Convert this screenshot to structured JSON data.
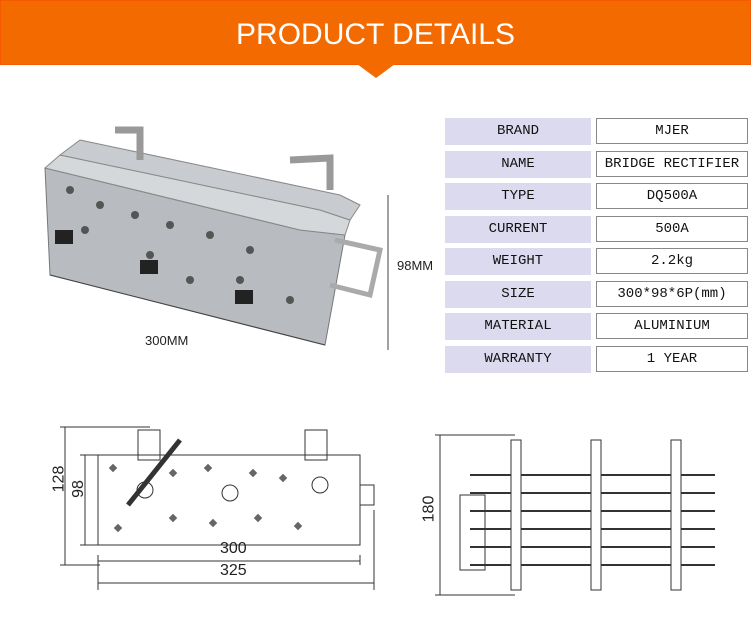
{
  "header": {
    "title": "PRODUCT DETAILS",
    "accent": "#f26a00"
  },
  "photo": {
    "width_label": "300MM",
    "height_label": "98MM"
  },
  "specs": [
    {
      "label": "BRAND",
      "value": "MJER"
    },
    {
      "label": "NAME",
      "value": "BRIDGE RECTIFIER"
    },
    {
      "label": "TYPE",
      "value": "DQ500A"
    },
    {
      "label": "CURRENT",
      "value": "500A"
    },
    {
      "label": "WEIGHT",
      "value": "2.2kg"
    },
    {
      "label": "SIZE",
      "value": "300*98*6P(mm)"
    },
    {
      "label": "MATERIAL",
      "value": "ALUMINIUM"
    },
    {
      "label": "WARRANTY",
      "value": "1 YEAR"
    }
  ],
  "drawing": {
    "dim_128": "128",
    "dim_98": "98",
    "dim_300": "300",
    "dim_325": "325",
    "dim_180": "180"
  }
}
